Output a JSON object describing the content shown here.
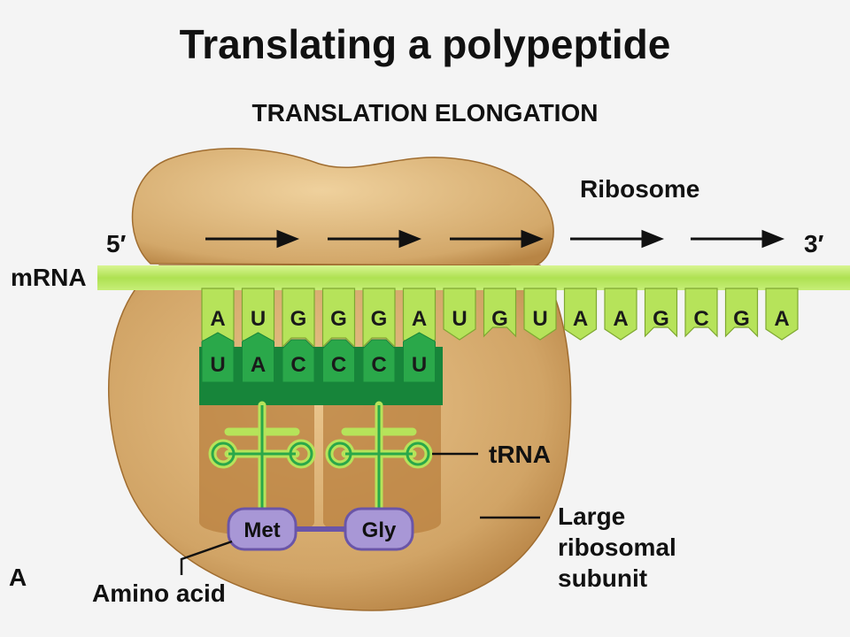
{
  "title": "Translating a polypeptide",
  "subtitle": "TRANSLATION ELONGATION",
  "labels": {
    "ribosome": "Ribosome",
    "five_prime": "5′",
    "three_prime": "3′",
    "mrna": "mRNA",
    "trna": "tRNA",
    "large_subunit_lines": [
      "Large",
      "ribosomal",
      "subunit"
    ],
    "amino_acid": "Amino acid",
    "panel": "A"
  },
  "mrna_codons": [
    "A",
    "U",
    "G",
    "G",
    "G",
    "A",
    "U",
    "G",
    "U",
    "A",
    "A",
    "G",
    "C",
    "G",
    "A"
  ],
  "trna_anticodons": [
    [
      "U",
      "A",
      "C"
    ],
    [
      "C",
      "C",
      "U"
    ]
  ],
  "amino_acids": [
    "Met",
    "Gly"
  ],
  "colors": {
    "ribosome": "#d4a86c",
    "ribosome_dark": "#b78243",
    "mrna": "#b6e35a",
    "mrna_light": "#cdf07e",
    "trna": "#2aa84a",
    "trna_dark": "#17853a",
    "amino_acid": "#a897d6",
    "amino_acid_stroke": "#6a55a8"
  }
}
